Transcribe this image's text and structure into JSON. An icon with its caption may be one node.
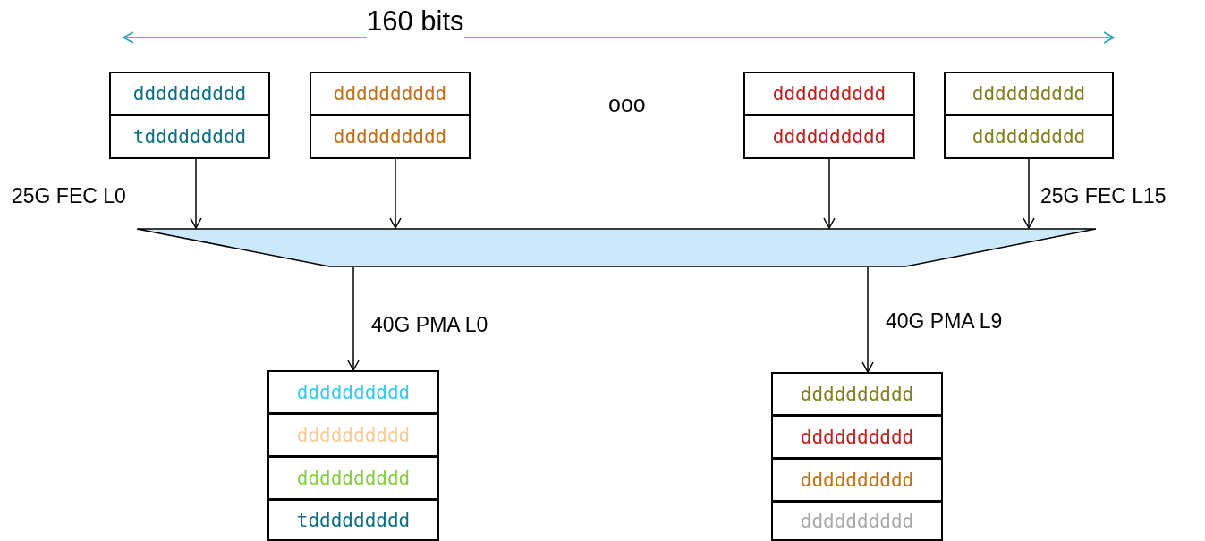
{
  "diagram": {
    "nodes": [
      {
        "text": [
          "dddddddddd"
        ]
      },
      {
        "text": [
          "tddddddddd"
        ]
      },
      {
        "text": [
          "dddddddddd"
        ]
      },
      {
        "text": [
          "dddddddddd"
        ]
      },
      {
        "text": [
          "dddddddddd"
        ]
      },
      {
        "text": [
          "dddddddddd"
        ]
      },
      {
        "text": [
          "dddddddddd"
        ]
      },
      {
        "text": [
          "dddddddddd"
        ]
      },
      {
        "text": [],
        "shape": "trapezoid"
      },
      {
        "text": [
          "dddddddddd"
        ]
      },
      {
        "text": [
          "dddddddddd"
        ]
      },
      {
        "text": [
          "dddddddddd"
        ]
      },
      {
        "text": [
          "tddddddddd"
        ]
      },
      {
        "text": [
          "dddddddddd"
        ]
      },
      {
        "text": [
          "dddddddddd"
        ]
      },
      {
        "text": [
          "dddddddddd"
        ]
      },
      {
        "text": [
          "dddddddddd"
        ]
      }
    ],
    "edges": [
      {
        "from": 1,
        "to": 8,
        "arrow": "to",
        "label": "25G FEC L0"
      },
      {
        "from": 3,
        "to": 8,
        "arrow": "to"
      },
      {
        "from": 5,
        "to": 8,
        "arrow": "to"
      },
      {
        "from": 7,
        "to": 8,
        "arrow": "to",
        "label": "25G FEC L15"
      },
      {
        "from": 8,
        "to": 9,
        "arrow": "to",
        "label": "40G PMA L0"
      },
      {
        "from": 8,
        "to": 13,
        "arrow": "to",
        "label": "40G PMA L9"
      }
    ],
    "labels": [
      "160 bits",
      "ooo"
    ]
  }
}
